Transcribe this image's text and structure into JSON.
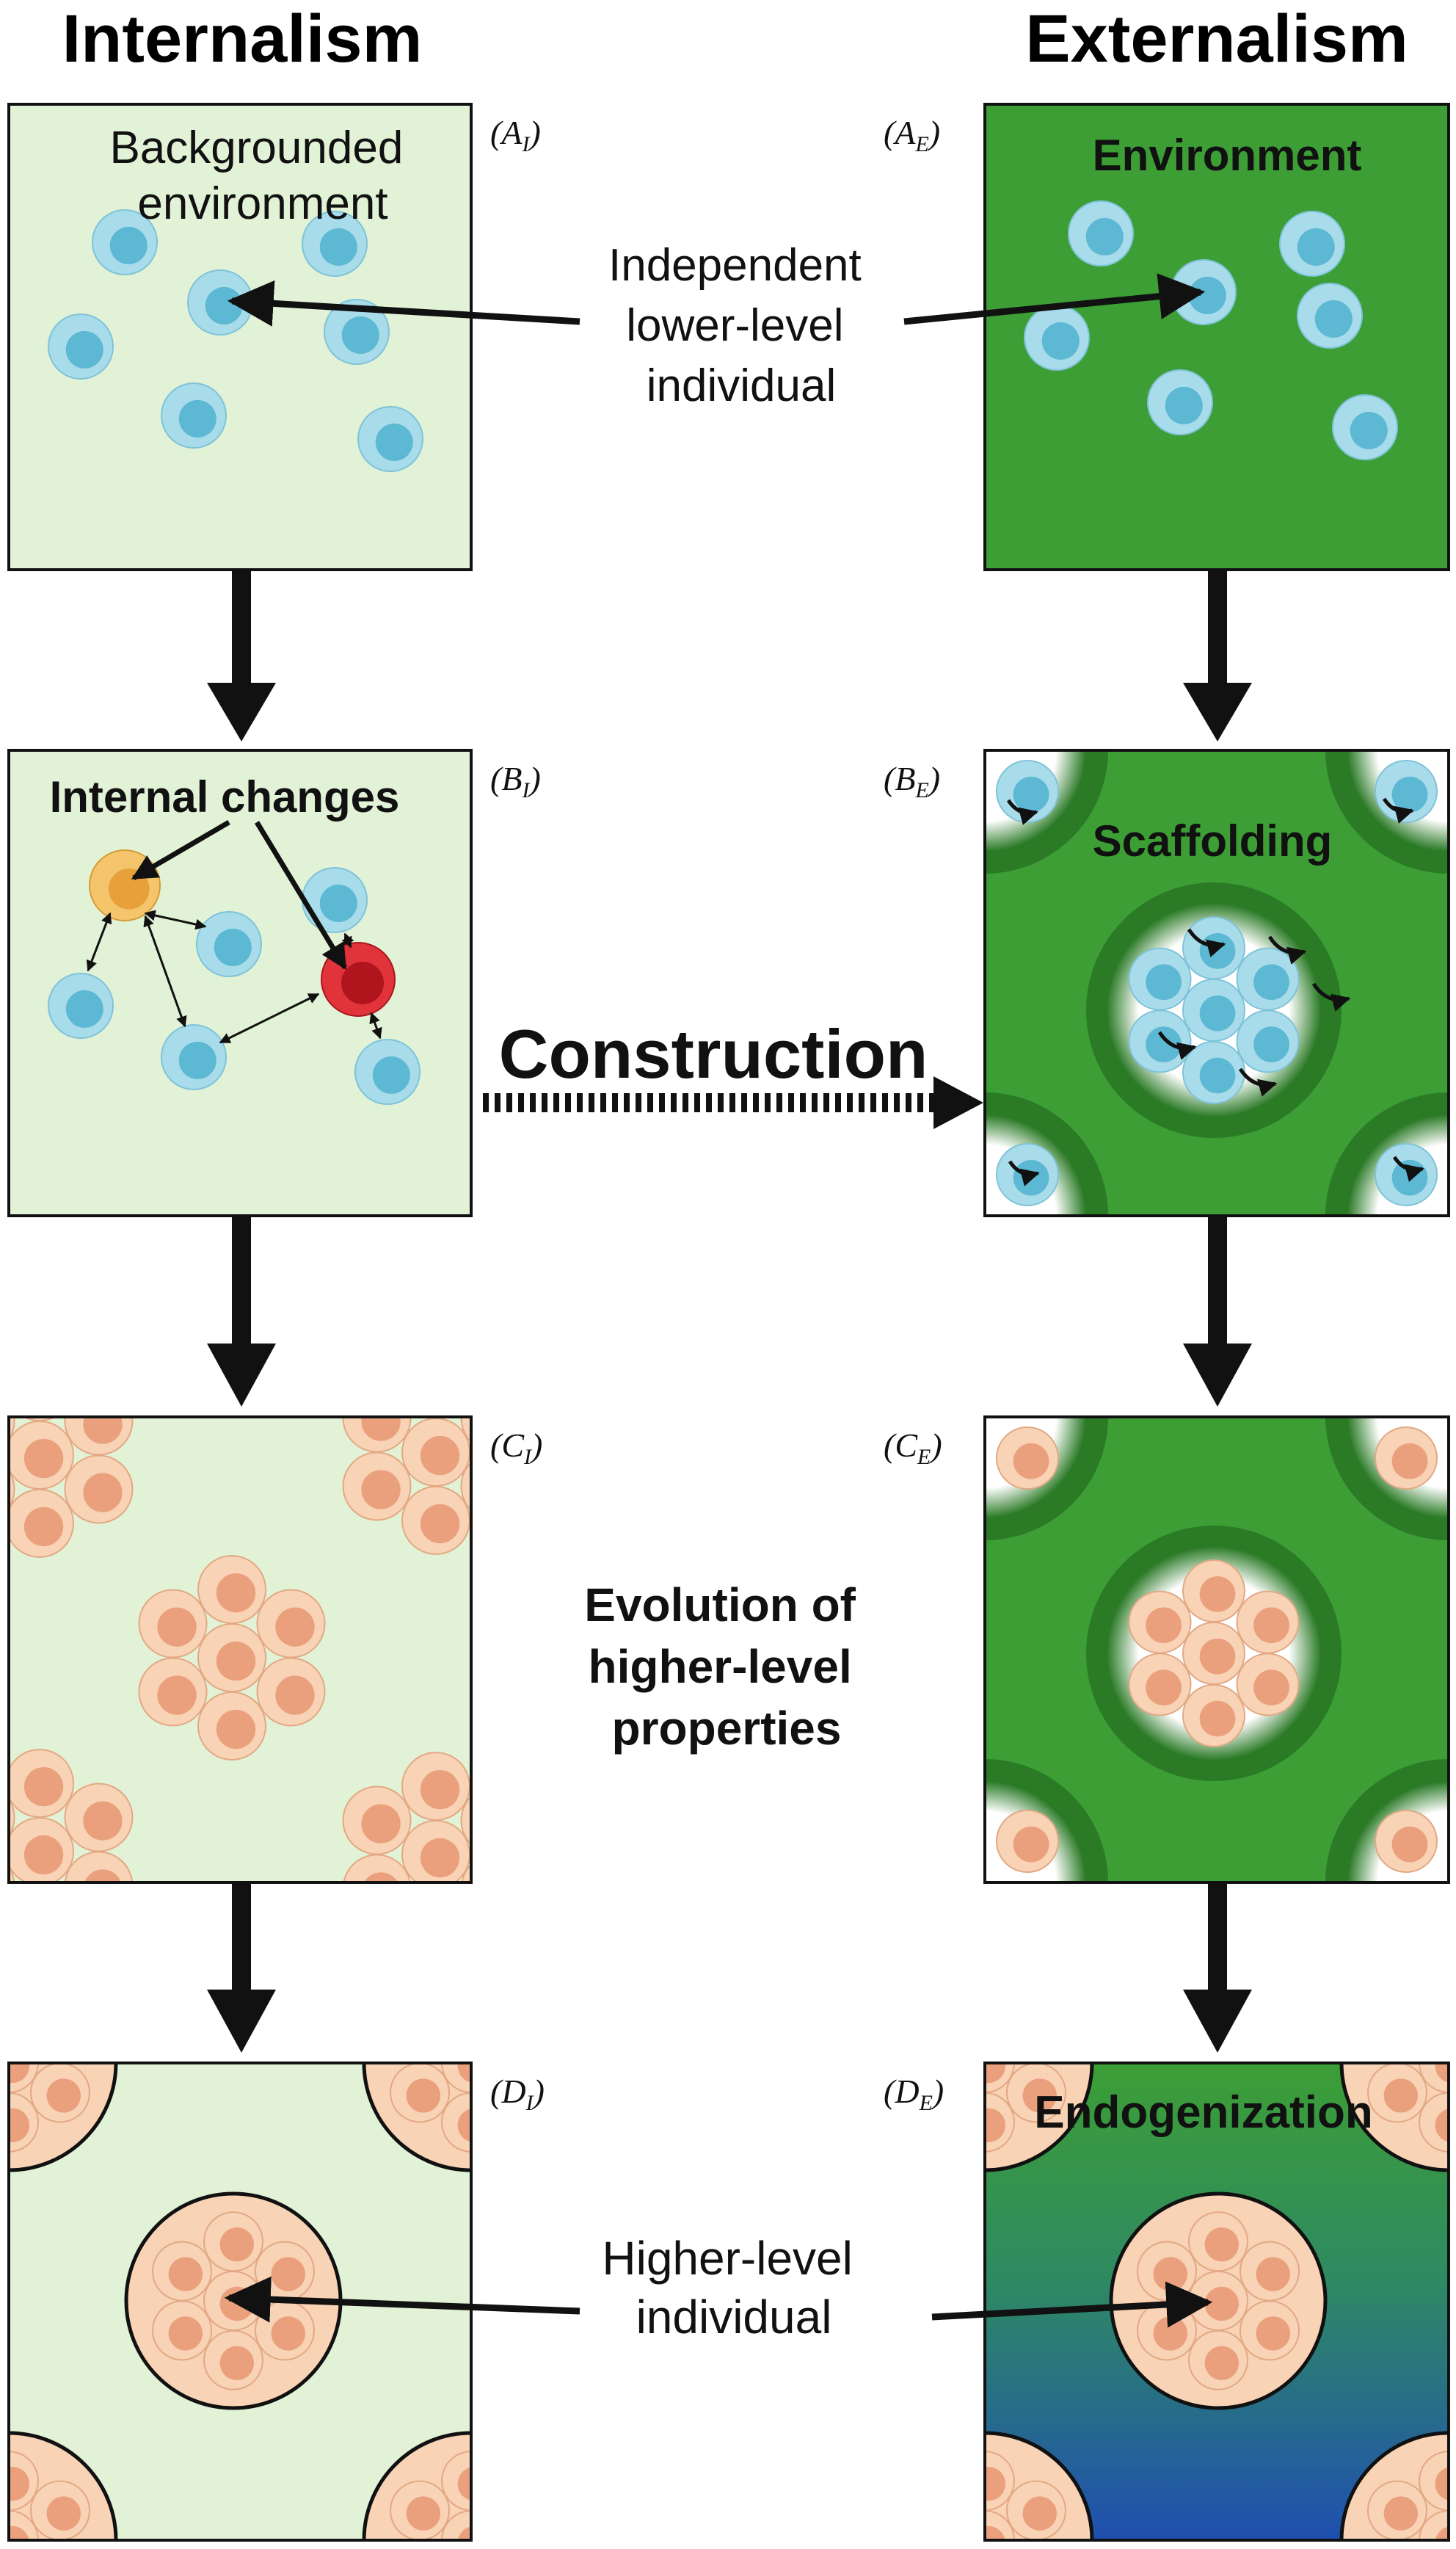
{
  "titles": {
    "left": "Internalism",
    "right": "Externalism"
  },
  "panel_tags": {
    "AI": {
      "letter": "A",
      "sub": "I"
    },
    "AE": {
      "letter": "A",
      "sub": "E"
    },
    "BI": {
      "letter": "B",
      "sub": "I"
    },
    "BE": {
      "letter": "B",
      "sub": "E"
    },
    "CI": {
      "letter": "C",
      "sub": "I"
    },
    "CE": {
      "letter": "C",
      "sub": "E"
    },
    "DI": {
      "letter": "D",
      "sub": "I"
    },
    "DE": {
      "letter": "D",
      "sub": "E"
    }
  },
  "labels": {
    "backgrounded": [
      "Backgrounded",
      "environment"
    ],
    "environment": "Environment",
    "independent": [
      "Independent",
      "lower-level",
      "individual"
    ],
    "internal_changes": "Internal changes",
    "scaffolding": "Scaffolding",
    "construction": "Construction",
    "evolution": [
      "Evolution of",
      "higher-level",
      "properties"
    ],
    "endogenization": "Endogenization",
    "higher_level": [
      "Higher-level",
      "individual"
    ]
  },
  "colors": {
    "light_green": "#E1F2D6",
    "dark_green": "#3C9E35",
    "ring_green": "#2A7A26",
    "blue_cell": "#A9DCEB",
    "blue_nucleus": "#5DB8D3",
    "orange_cell": "#F8D3B5",
    "orange_nucleus": "#EBA07D",
    "yellow_cell": "#F4C56B",
    "red_cell": "#E0343A",
    "gradient_top": "#3C9E35",
    "gradient_bottom": "#1F4FB0"
  }
}
